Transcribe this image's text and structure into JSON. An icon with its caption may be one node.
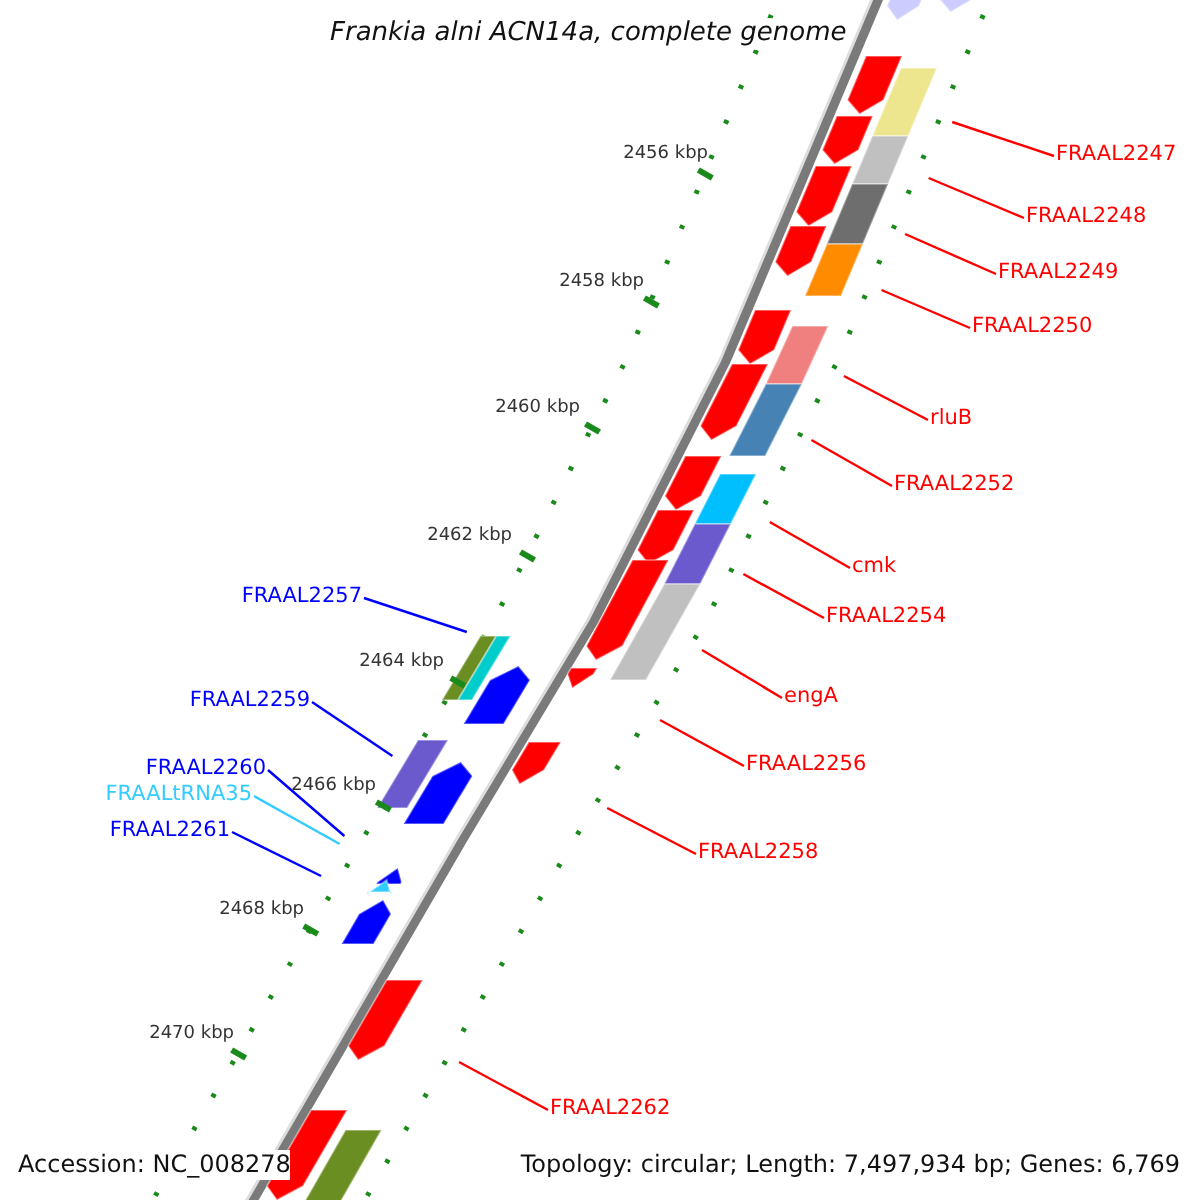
{
  "diagram": {
    "title": "Frankia alni ACN14a, complete genome",
    "nodes": [
      {
        "text": [
          "FRAAL2247"
        ]
      },
      {
        "text": [
          "FRAAL2248"
        ]
      },
      {
        "text": [
          "FRAAL2249"
        ]
      },
      {
        "text": [
          "FRAAL2250"
        ]
      },
      {
        "text": [
          "rluB"
        ]
      },
      {
        "text": [
          "FRAAL2252"
        ]
      },
      {
        "text": [
          "cmk"
        ]
      },
      {
        "text": [
          "FRAAL2257"
        ]
      },
      {
        "text": [
          "FRAAL2254"
        ]
      },
      {
        "text": [
          "engA"
        ]
      },
      {
        "text": [
          "FRAAL2259"
        ]
      },
      {
        "text": [
          "FRAAL2256"
        ]
      },
      {
        "text": [
          "FRAAL2260"
        ]
      },
      {
        "text": [
          "FRAALtRNA35"
        ]
      },
      {
        "text": [
          "FRAAL2261"
        ]
      },
      {
        "text": [
          "FRAAL2258"
        ]
      },
      {
        "text": [
          "FRAAL2262"
        ]
      }
    ],
    "edges": [
      {
        "from": 0,
        "to": null,
        "arrow": "none"
      },
      {
        "from": 1,
        "to": null,
        "arrow": "none"
      },
      {
        "from": 2,
        "to": null,
        "arrow": "none"
      },
      {
        "from": 3,
        "to": null,
        "arrow": "none"
      },
      {
        "from": 4,
        "to": null,
        "arrow": "none"
      },
      {
        "from": 5,
        "to": null,
        "arrow": "none"
      },
      {
        "from": 6,
        "to": null,
        "arrow": "none"
      },
      {
        "from": 7,
        "to": null,
        "arrow": "none",
        "color": "#0000ff"
      },
      {
        "from": 8,
        "to": null,
        "arrow": "none"
      },
      {
        "from": 9,
        "to": null,
        "arrow": "none"
      },
      {
        "from": 10,
        "to": null,
        "arrow": "none",
        "color": "#0000ff"
      },
      {
        "from": 11,
        "to": null,
        "arrow": "none"
      },
      {
        "from": 12,
        "to": null,
        "arrow": "none",
        "color": "#0000ff"
      },
      {
        "from": 13,
        "to": null,
        "arrow": "none",
        "color": "#33ccff"
      },
      {
        "from": 14,
        "to": null,
        "arrow": "none",
        "color": "#0000ff"
      },
      {
        "from": 15,
        "to": null,
        "arrow": "none"
      },
      {
        "from": 16,
        "to": null,
        "arrow": "none"
      }
    ],
    "labels": [
      "2456 kbp",
      "2458 kbp",
      "2460 kbp",
      "2462 kbp",
      "2464 kbp",
      "2466 kbp",
      "2468 kbp",
      "2470 kbp",
      "Accession: NC_008278",
      "Topology: circular; Length: 7,497,934 bp; Genes: 6,769"
    ]
  }
}
